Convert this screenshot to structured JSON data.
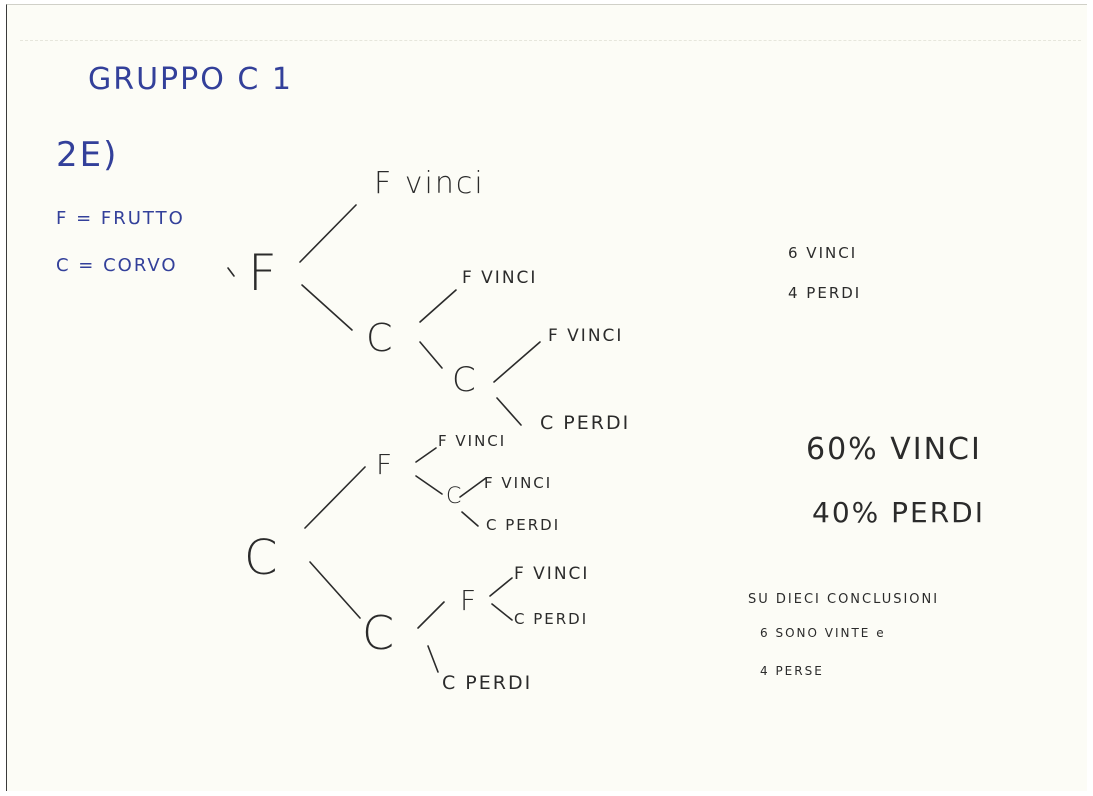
{
  "header": {
    "group": "GRUPPO C 1",
    "question": "2E)"
  },
  "legend": {
    "f_def": "F = FRUTTO",
    "c_def": "C = CORVO"
  },
  "tree": {
    "root_f": "F",
    "root_c": "C",
    "f_branch": {
      "f_leaf": "F vinci",
      "c_node": "C",
      "cf_leaf": "F VINCI",
      "cc_node": "C",
      "ccf_leaf": "F VINCI",
      "ccc_leaf": "C PERDI"
    },
    "c_branch": {
      "f_node": "F",
      "ff_leaf": "F VINCI",
      "fc_node": "C",
      "fcf_leaf": "F VINCI",
      "fcc_leaf": "C PERDI",
      "c_node": "C",
      "cf_node": "F",
      "cff_leaf": "F VINCI",
      "cfc_leaf": "C PERDI",
      "cc_leaf": "C PERDI"
    }
  },
  "counts": {
    "wins": "6 VINCI",
    "losses": "4 PERDI"
  },
  "percent": {
    "wins": "60% VINCI",
    "losses": "40% PERDI"
  },
  "summary": {
    "line1": "SU DIECI CONCLUSIONI",
    "line2": "6 SONO VINTE e",
    "line3": "4 PERSE"
  },
  "colors": {
    "blue_ink": "#33409a",
    "black_ink": "#2b2b2b",
    "paper": "#fcfcf6"
  }
}
